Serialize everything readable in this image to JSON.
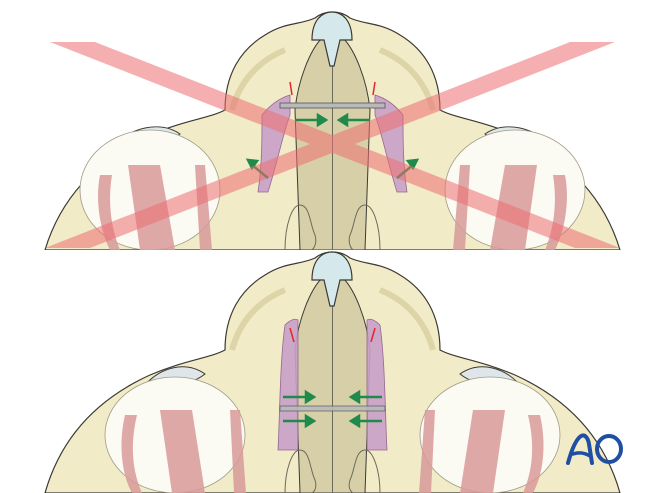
{
  "figure": {
    "panels": [
      {
        "id": "top",
        "state": "incorrect",
        "overlay": "red-x-mark",
        "description": "Axial view of naso-orbital region with transnasal wire placed anteriorly; arrows indicate medial and lateral displacement"
      },
      {
        "id": "bottom",
        "state": "correct",
        "overlay": "none",
        "description": "Axial view of naso-orbital region with transnasal wire placed posteriorly; arrows indicate medial compression"
      }
    ],
    "colors": {
      "bone": "#f1ebc8",
      "bone_shadow": "#ddd4a8",
      "nasal_septum": "#d7cfa7",
      "cartilage": "#d5e9ec",
      "fragment": "#c9a0c9",
      "muscle": "#d99a9a",
      "eye": "#dfe6ea",
      "arrow_green": "#1f8a4c",
      "x_mark": "#ee6f72",
      "outline": "#3b3a33",
      "fracture_line": "#e3262d"
    }
  },
  "logo": {
    "text": "AO",
    "color": "#1f4ea3"
  }
}
